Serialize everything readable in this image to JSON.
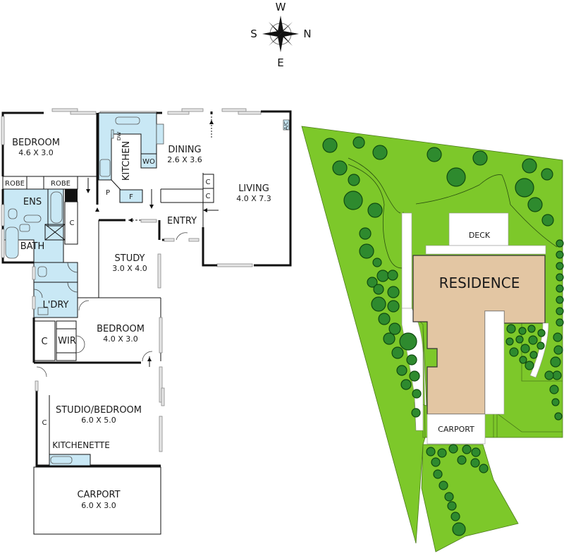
{
  "compass": {
    "top": "W",
    "left": "S",
    "right": "N",
    "bottom": "E"
  },
  "floor_plan": {
    "rooms": {
      "bedroom1": {
        "name": "BEDROOM",
        "size": "4.6 X 3.0"
      },
      "kitchen": {
        "name": "KITCHEN"
      },
      "dining": {
        "name": "DINING",
        "size": "2.6 X 3.6"
      },
      "living": {
        "name": "LIVING",
        "size": "4.0 X 7.3"
      },
      "entry": {
        "name": "ENTRY"
      },
      "study": {
        "name": "STUDY",
        "size": "3.0 X 4.0"
      },
      "ens": {
        "name": "ENS"
      },
      "bath": {
        "name": "BATH"
      },
      "laundry": {
        "name": "L'DRY"
      },
      "bedroom2": {
        "name": "BEDROOM",
        "size": "4.0 X 3.0"
      },
      "wir": {
        "name": "WIR"
      },
      "studio": {
        "name": "STUDIO/BEDROOM",
        "size": "6.0 X 5.0"
      },
      "kitchenette": {
        "name": "KITCHENETTE"
      },
      "carport": {
        "name": "CARPORT",
        "size": "6.0 X 3.0"
      }
    },
    "labels": {
      "robe_left": "ROBE",
      "robe_right": "ROBE",
      "dw": "DW",
      "wo": "WO",
      "pantry": "P",
      "fridge": "F",
      "cupboard": "C",
      "ac": "A/C"
    }
  },
  "site_plan": {
    "residence": "RESIDENCE",
    "deck": "DECK",
    "carport": "CARPORT",
    "colors": {
      "grass": "#7dc82a",
      "house": "#e3c6a3",
      "tree": "#2e8a2e"
    }
  }
}
